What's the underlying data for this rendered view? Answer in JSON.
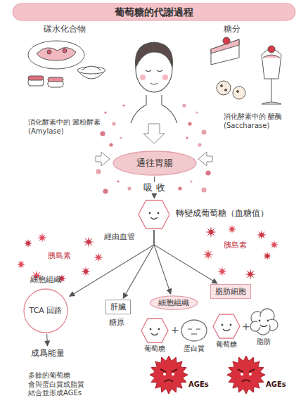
{
  "diagram": {
    "title": "葡萄糖的代謝過程",
    "nodes": [
      {
        "text": [
          "通往胃腸"
        ]
      },
      {
        "text": [
          "轉變成葡萄糖（血糖值）"
        ]
      },
      {
        "text": [
          "細胞組織",
          "TCA 回路"
        ]
      },
      {
        "text": [
          "肝臟"
        ]
      },
      {
        "text": [
          "細胞組織"
        ]
      },
      {
        "text": [
          "脂肪細胞"
        ]
      },
      {
        "text": [
          "成爲能量"
        ]
      },
      {
        "text": [
          "葡萄糖"
        ]
      },
      {
        "text": [
          "蛋白質"
        ]
      },
      {
        "text": [
          "AGEs"
        ]
      },
      {
        "text": [
          "葡萄糖"
        ]
      },
      {
        "text": [
          "脂肪"
        ]
      },
      {
        "text": [
          "AGEs"
        ]
      }
    ],
    "edges": [
      {
        "from": 0,
        "to": 1,
        "arrow": "to",
        "label": "吸 收"
      },
      {
        "from": 1,
        "to": 2,
        "arrow": "to"
      },
      {
        "from": 1,
        "to": 3,
        "arrow": "to"
      },
      {
        "from": 1,
        "to": 4,
        "arrow": "to"
      },
      {
        "from": 1,
        "to": 5,
        "arrow": "to"
      },
      {
        "from": 2,
        "to": 6,
        "arrow": "to"
      }
    ],
    "labels": [
      "碳水化合物",
      "糖分",
      "消化酵素中的 澱粉酵素 (Amylase)",
      "消化酵素中的 醣酶 (Saccharase)",
      "經由血管",
      "胰島素",
      "胰島素",
      "糖原",
      "+",
      "+",
      "多餘的葡萄糖 會與蛋白質或脂質 結合並形成AGEs"
    ]
  }
}
